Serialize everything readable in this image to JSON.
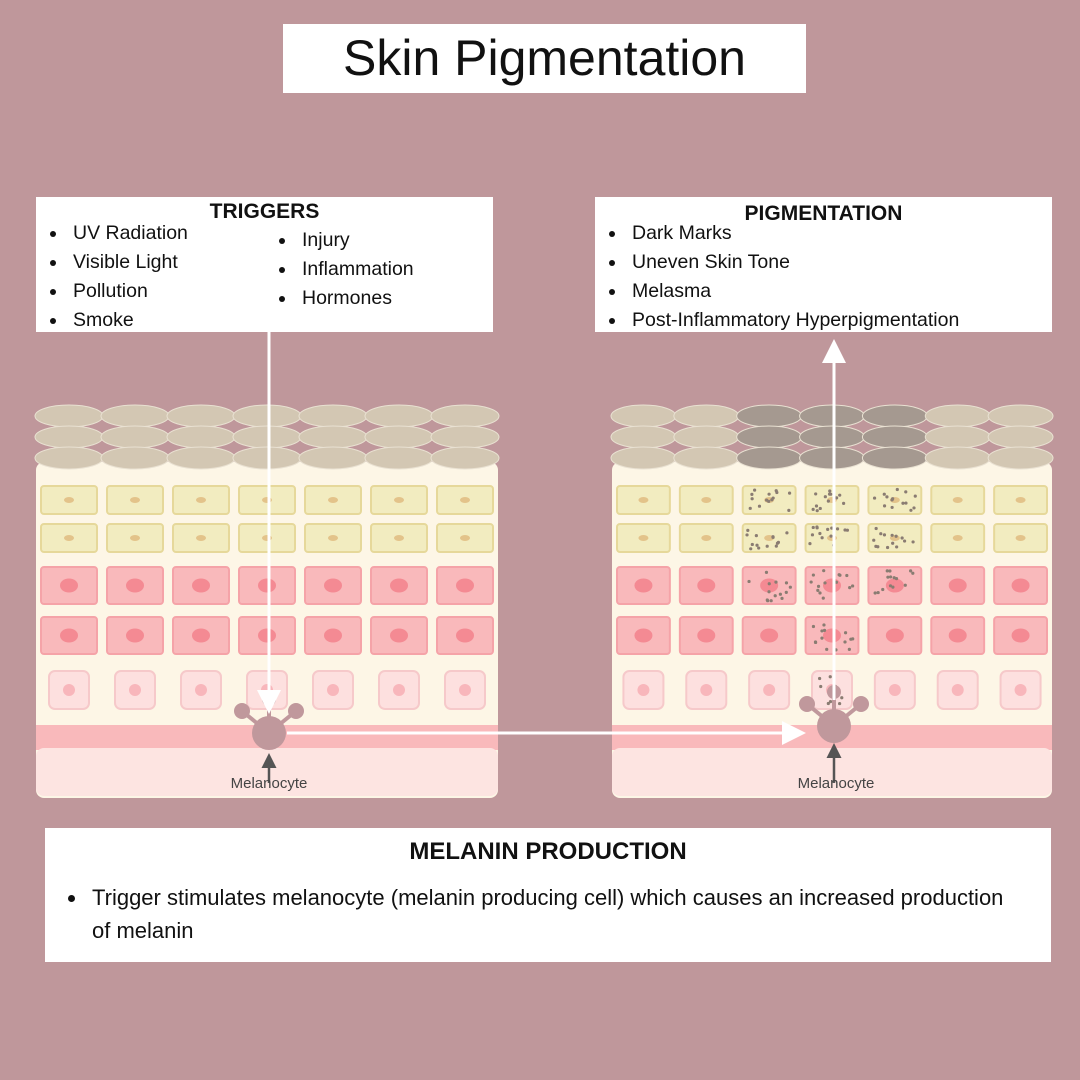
{
  "title": "Skin Pigmentation",
  "triggers": {
    "heading": "TRIGGERS",
    "col1": [
      "UV Radiation",
      "Visible Light",
      "Pollution",
      "Smoke"
    ],
    "col2": [
      "Injury",
      "Inflammation",
      "Hormones"
    ]
  },
  "pigmentation": {
    "heading": "PIGMENTATION",
    "items": [
      "Dark Marks",
      "Uneven Skin Tone",
      "Melasma",
      "Post-Inflammatory Hyperpigmentation"
    ]
  },
  "melanin_production": {
    "heading": "MELANIN PRODUCTION",
    "items": [
      "Trigger stimulates melanocyte (melanin producing cell) which causes an increased production of melanin"
    ]
  },
  "labels": {
    "melanocyte_left": "Melanocyte",
    "melanocyte_right": "Melanocyte"
  },
  "colors": {
    "background": "#bf979b",
    "scale": "#d3c7b3",
    "scale_dark": "#a59990",
    "yellow_cell": "#f2ecc0",
    "pink_cell": "#f9b9bb",
    "base_cell": "#fde4e1",
    "skin": "#fdf6e6",
    "melanocyte": "#c0989c",
    "arrow": "#ffffff",
    "pigment": "#8a7c72"
  }
}
